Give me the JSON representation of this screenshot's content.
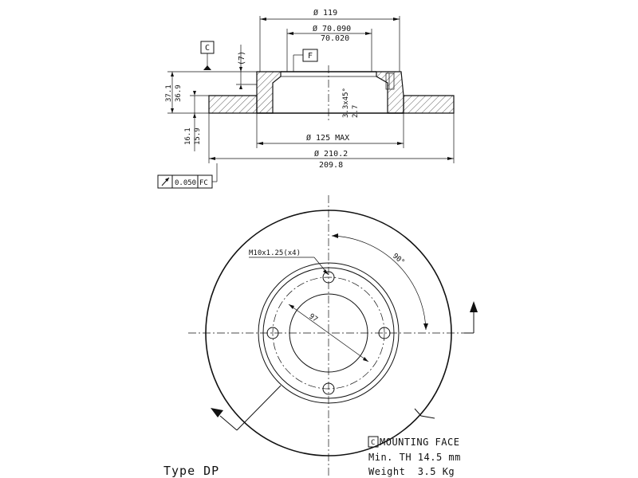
{
  "section_view": {
    "dia_119": "Ø 119",
    "dia_70_upper": "Ø 70.090",
    "dia_70_lower": "70.020",
    "datum_c": "C",
    "datum_f": "F",
    "dim_7": "(7)",
    "dim_37_1": "37.1",
    "dim_36_9": "36.9",
    "dim_16_1": "16.1",
    "dim_15_9": "15.9",
    "chamfer": "3.3x45°",
    "dim_2_7": "2.7",
    "dia_125": "Ø 125 MAX",
    "dia_210_upper": "Ø 210.2",
    "dia_210_lower": "209.8",
    "tolerance_value": "0.050",
    "tolerance_ref": "FC"
  },
  "front_view": {
    "thread_label": "M10x1.25(x4)",
    "angle_label": "90°",
    "pcd_label": "97"
  },
  "notes": {
    "mounting_datum": "C",
    "mounting_face": "MOUNTING FACE",
    "min_th": "Min. TH 14.5 mm",
    "weight": "Weight  3.5 Kg",
    "type": "Type DP"
  }
}
